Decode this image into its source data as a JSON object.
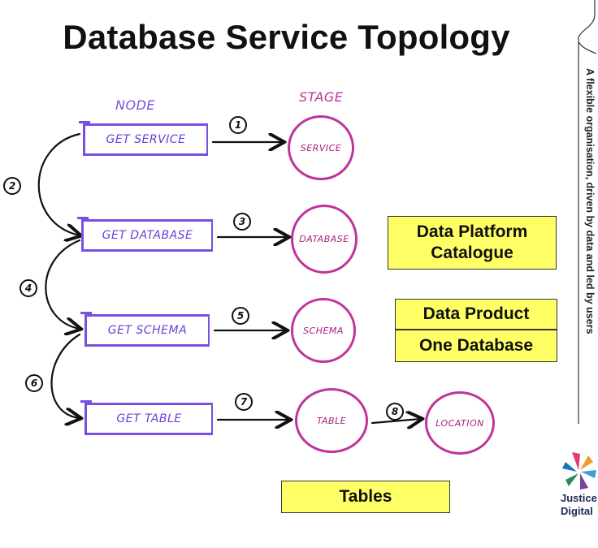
{
  "title": "Database Service Topology",
  "columns": {
    "node": "NODE",
    "stage": "STAGE"
  },
  "nodes": [
    "GET SERVICE",
    "GET DATABASE",
    "GET SCHEMA",
    "GET TABLE"
  ],
  "stages": [
    "SERVICE",
    "DATABASE",
    "SCHEMA",
    "TABLE",
    "LOCATION"
  ],
  "step_numbers": [
    "1",
    "2",
    "3",
    "4",
    "5",
    "6",
    "7",
    "8"
  ],
  "callouts": {
    "catalogue": [
      "Data Platform",
      "Catalogue"
    ],
    "data_product": "Data Product",
    "one_database": "One Database",
    "tables": "Tables"
  },
  "side_text": "A flexible organisation, driven by data and led by users",
  "logo": {
    "line1": "Justice",
    "line2": "Digital"
  },
  "colors": {
    "node_stroke": "#7a4fe0",
    "stage_stroke": "#c0339b",
    "callout_fill": "#ffff66",
    "logo_text": "#1d2b5a"
  }
}
